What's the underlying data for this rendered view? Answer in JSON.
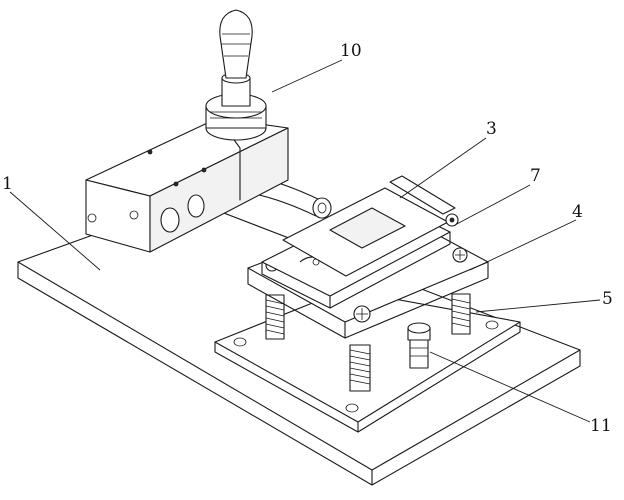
{
  "callouts": [
    {
      "id": "c1",
      "text": "1"
    },
    {
      "id": "c3",
      "text": "3"
    },
    {
      "id": "c4",
      "text": "4"
    },
    {
      "id": "c5",
      "text": "5"
    },
    {
      "id": "c7",
      "text": "7"
    },
    {
      "id": "c10",
      "text": "10"
    },
    {
      "id": "c11",
      "text": "11"
    }
  ]
}
